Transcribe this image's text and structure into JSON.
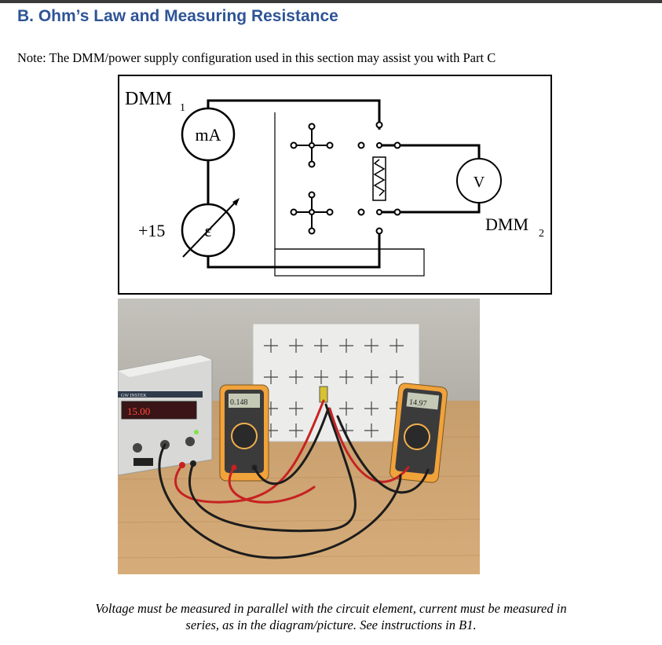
{
  "section": {
    "heading": "B. Ohm’s Law and Measuring Resistance",
    "note": "Note: The DMM/power supply configuration used in this section may assist you with Part C"
  },
  "diagram": {
    "dmm1_label": "DMM",
    "dmm1_sub": "1",
    "ammeter_label": "mA",
    "emf_label": "ε",
    "supply_label": "+15",
    "voltmeter_label": "V",
    "dmm2_label": "DMM",
    "dmm2_sub": "2"
  },
  "photo": {
    "supply_display": "15.00",
    "supply_brand": "GW INSTEK",
    "dmm1_display": "0.148",
    "dmm2_display": "14.97"
  },
  "caption": {
    "line1": "Voltage must be measured in parallel with the circuit element, current must be measured in",
    "line2": "series, as in the diagram/picture. See instructions in B1."
  }
}
